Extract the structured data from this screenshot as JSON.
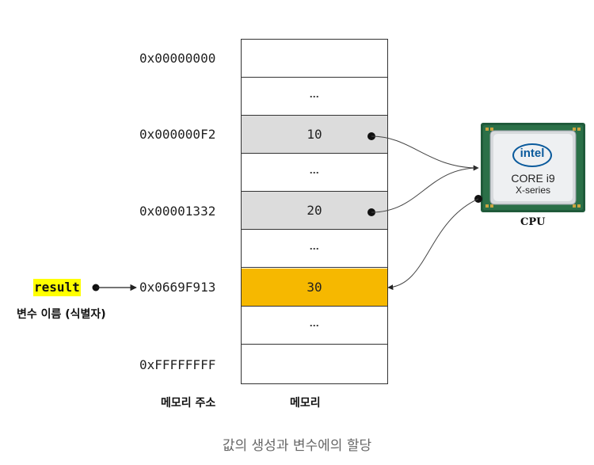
{
  "addresses": [
    "0x00000000",
    "0x000000F2",
    "0x00001332",
    "0x0669F913",
    "0xFFFFFFFF"
  ],
  "memory_values": {
    "v1": "10",
    "v2": "20",
    "v3": "30"
  },
  "variable": {
    "name": "result",
    "caption": "변수 이름 (식별자)"
  },
  "labels": {
    "address_col": "메모리 주소",
    "memory_col": "메모리",
    "cpu": "CPU"
  },
  "cpu_chip": {
    "brand": "intel",
    "model": "CORE i9",
    "series": "X-series"
  },
  "title": "값의 생성과 변수에의 할당",
  "colors": {
    "highlight_cell": "#f6b800",
    "gray_cell": "#dcdcdc",
    "variable_highlight": "#ffff00"
  }
}
